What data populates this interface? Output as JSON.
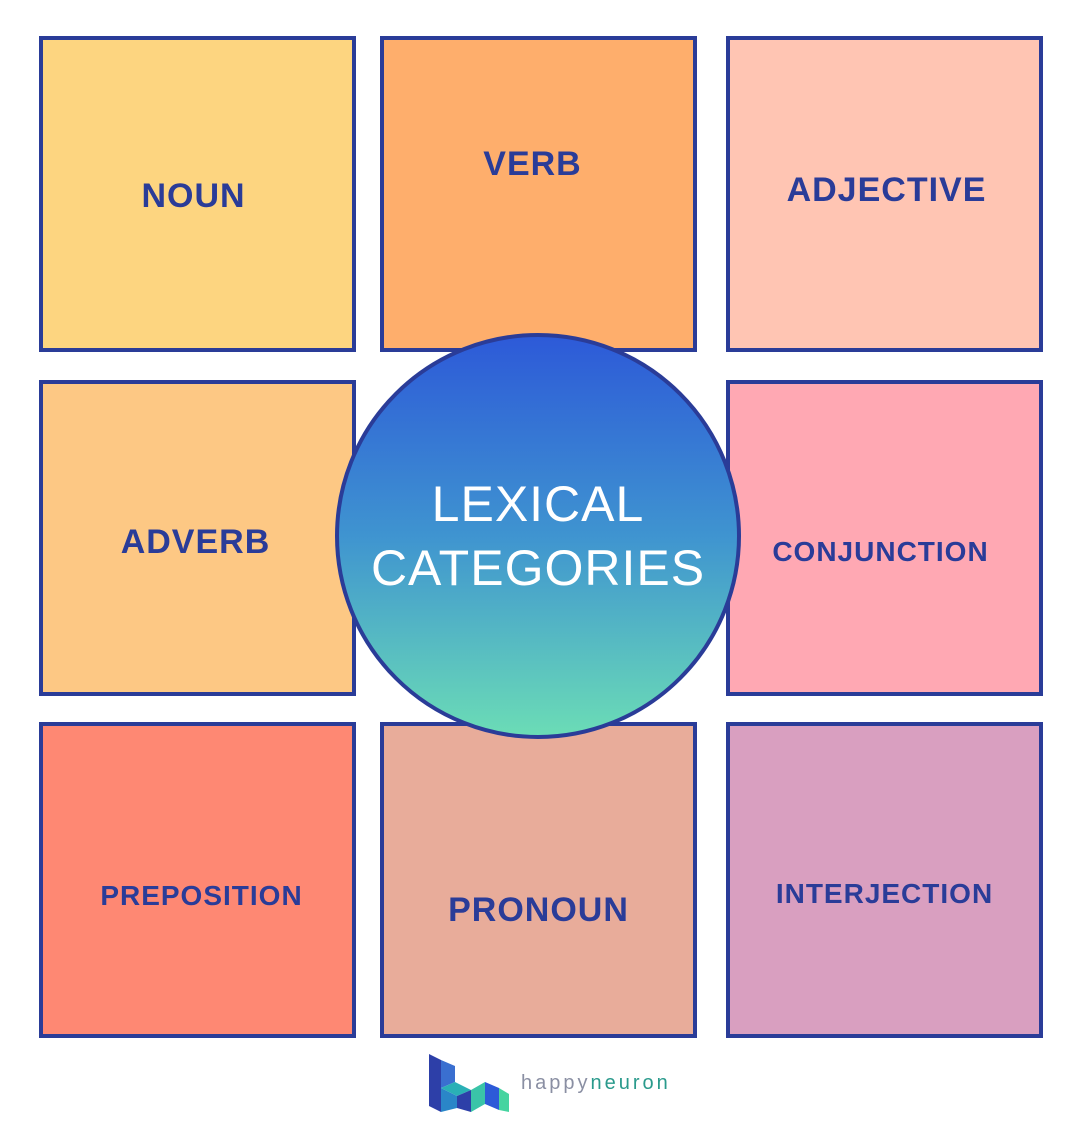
{
  "tiles": {
    "noun": "NOUN",
    "verb": "VERB",
    "adjective": "ADJECTIVE",
    "adverb": "ADVERB",
    "conjunction": "CONJUNCTION",
    "preposition": "PREPOSITION",
    "pronoun": "PRONOUN",
    "interjection": "INTERJECTION"
  },
  "center": {
    "line1": "LEXICAL",
    "line2": "CATEGORIES"
  },
  "logo": {
    "word_part1": "happy",
    "word_part2": "neuron"
  },
  "colors": {
    "border": "#2a3c98",
    "noun": "#fdd580",
    "verb": "#feae6c",
    "adjective": "#ffc5b3",
    "adverb": "#fdc884",
    "conjunction": "#ffa8b3",
    "preposition": "#fe8873",
    "pronoun": "#e8ac9a",
    "interjection": "#d99fc0",
    "circle_top": "#2d5ad8",
    "circle_bottom": "#6bdcb6"
  }
}
